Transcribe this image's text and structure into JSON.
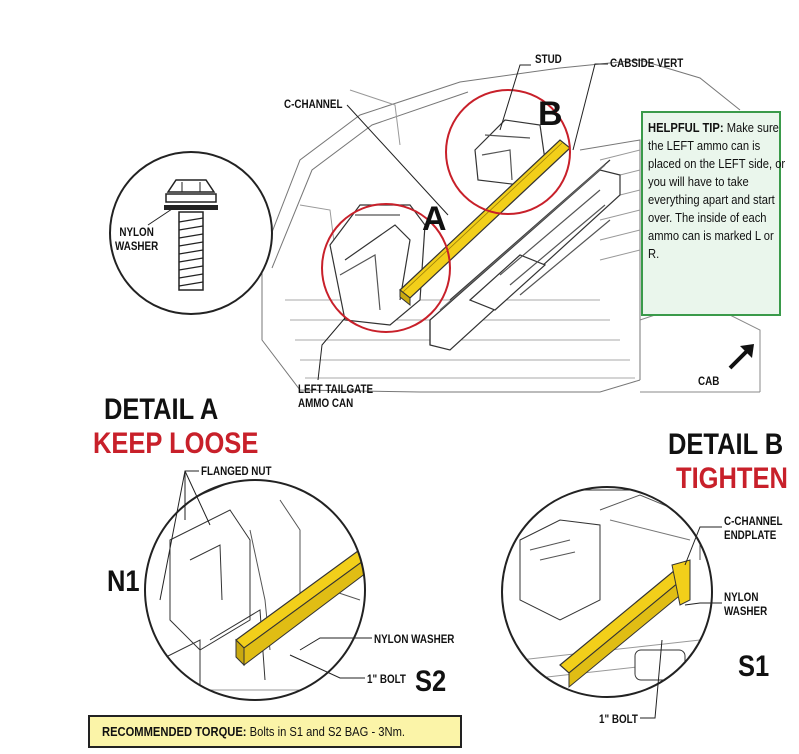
{
  "labels": {
    "stud": "STUD",
    "cabside_vert": "CABSIDE VERT",
    "c_channel": "C-CHANNEL",
    "nylon_washer_top": "NYLON\nWASHER",
    "left_tailgate": "LEFT TAILGATE\nAMMO CAN",
    "cab": "CAB",
    "flanged_nut": "FLANGED NUT",
    "nylon_washer_a": "NYLON WASHER",
    "bolt_a": "1\" BOLT",
    "c_channel_endplate": "C-CHANNEL\nENDPLATE",
    "nylon_washer_b": "NYLON\nWASHER",
    "bolt_b": "1\" BOLT"
  },
  "markers": {
    "a": "A",
    "b": "B"
  },
  "detail_a": {
    "title": "DETAIL A",
    "instruction": "KEEP LOOSE",
    "bag_left": "N1",
    "bag_right": "S2"
  },
  "detail_b": {
    "title": "DETAIL B",
    "instruction": "TIGHTEN",
    "bag": "S1"
  },
  "helpful_tip": {
    "heading": "HELPFUL TIP:",
    "text": "Make sure the LEFT ammo can is placed on the LEFT side, or you will have to take everything apart and start over. The inside of each ammo can is marked L or R."
  },
  "torque": {
    "heading": "RECOMMENDED TORQUE:",
    "text": "Bolts in S1 and S2 BAG - 3Nm."
  },
  "colors": {
    "accent_red": "#c8202a",
    "channel_yellow": "#f2cf1a",
    "tip_green": "#3a9a4a",
    "torque_yellow": "#fbf4a8"
  }
}
